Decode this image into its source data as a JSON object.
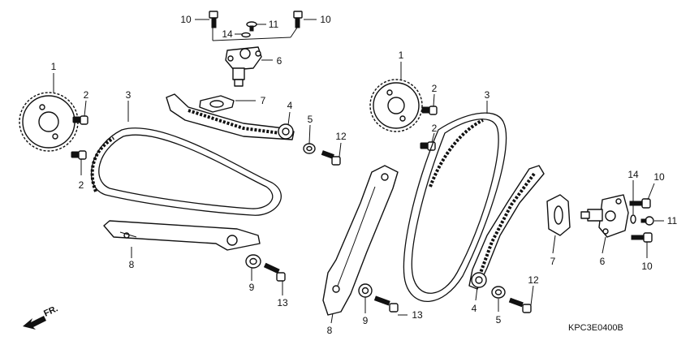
{
  "diagram_code": "KPC3E0400B",
  "front_label": "FR.",
  "callouts": {
    "left_sprocket": "1",
    "left_bolt_a": "2",
    "left_bolt_b": "2",
    "left_chain": "3",
    "left_roller": "4",
    "left_washer": "5",
    "top_tensioner": "6",
    "top_gasket": "7",
    "left_guide": "8",
    "left_collar": "9",
    "top_bolt_left": "10",
    "top_bolt_right": "10",
    "top_screw": "11",
    "left_flange_bolt": "12",
    "left_bolt_13": "13",
    "top_oring": "14",
    "right_sprocket": "1",
    "right_bolt_a": "2",
    "right_bolt_b": "2",
    "right_chain": "3",
    "right_roller": "4",
    "right_washer": "5",
    "right_tensioner": "6",
    "right_gasket": "7",
    "center_guide": "8",
    "center_collar": "9",
    "right_bolt_upper": "10",
    "right_bolt_lower": "10",
    "right_screw": "11",
    "right_flange_bolt": "12",
    "center_bolt_13": "13",
    "right_oring": "14"
  }
}
